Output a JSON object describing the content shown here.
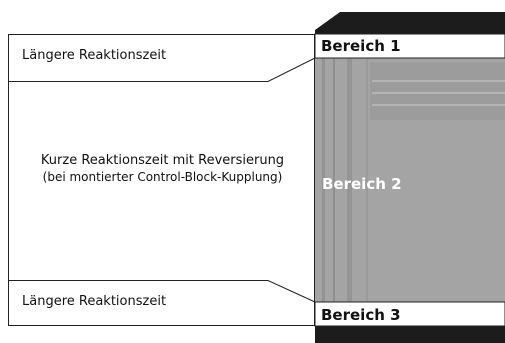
{
  "labels": {
    "top": "Längere Reaktionszeit",
    "middle_line1": "Kurze Reaktionszeit mit Reversierung",
    "middle_line2": "(bei montierter Control-Block-Kupplung)",
    "bottom": "Längere Reaktionszeit"
  },
  "zones": {
    "zone1": "Bereich 1",
    "zone2": "Bereich 2",
    "zone3": "Bereich 3"
  },
  "colors": {
    "housing": "#1c1c1c",
    "area": "#a4a4a4",
    "area_stripe": "#8e8e8e",
    "band": "#ffffff",
    "line": "#222222"
  }
}
